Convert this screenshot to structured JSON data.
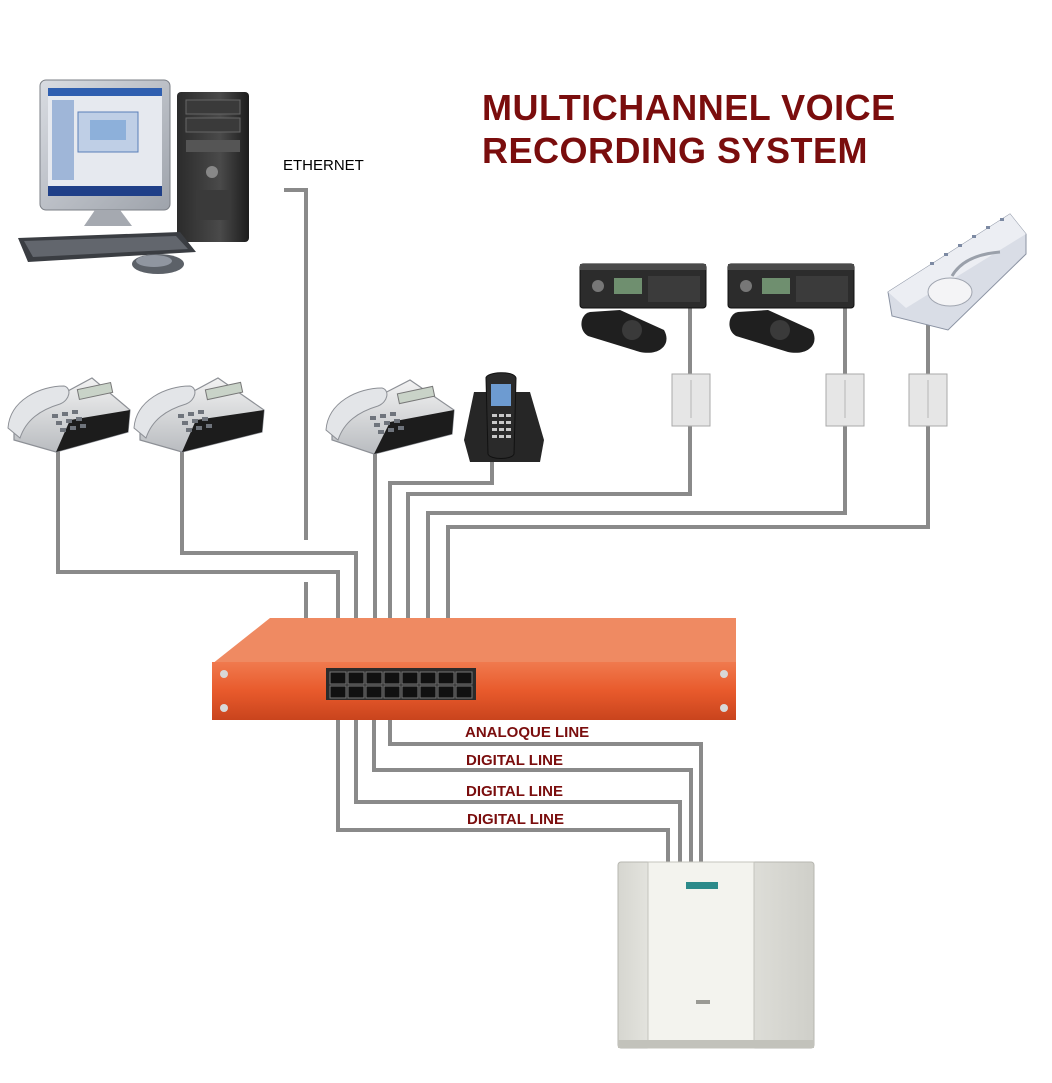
{
  "title": {
    "line1": "MULTICHANNEL VOICE",
    "line2": "RECORDING SYSTEM"
  },
  "labels": {
    "ethernet": "ETHERNET",
    "line1": "ANALOQUE LINE",
    "line2": "DIGITAL LINE",
    "line3": "DIGITAL LINE",
    "line4": "DIGITAL LINE"
  },
  "colors": {
    "title": "#7a0d0d",
    "cable": "#8a8a8a",
    "recorder": "#e8502a",
    "pbx": "#e9e9e4"
  }
}
